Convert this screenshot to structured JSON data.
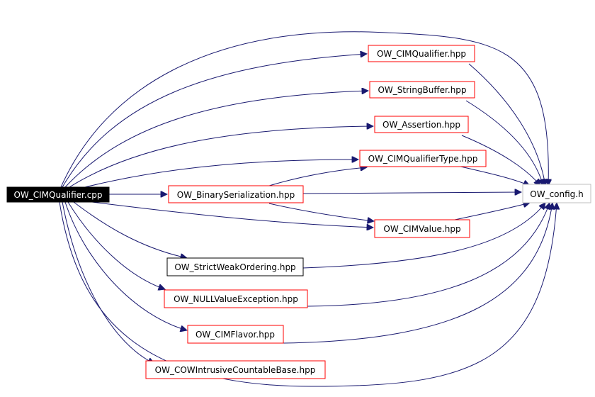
{
  "diagram": {
    "colors": {
      "edge": "#191970",
      "box_red": "#ff0000",
      "box_black": "#000000",
      "box_gray": "#bfbfbf",
      "root_fill": "#000000",
      "root_text": "#ffffff",
      "text": "#000000"
    },
    "nodes": {
      "root": "OW_CIMQualifier.cpp",
      "qualifier_hpp": "OW_CIMQualifier.hpp",
      "stringbuffer": "OW_StringBuffer.hpp",
      "assertion": "OW_Assertion.hpp",
      "qualifiertype": "OW_CIMQualifierType.hpp",
      "binaryserialization": "OW_BinarySerialization.hpp",
      "config": "OW_config.h",
      "cimvalue": "OW_CIMValue.hpp",
      "strictweak": "OW_StrictWeakOrdering.hpp",
      "nullvalue": "OW_NULLValueException.hpp",
      "cimflavor": "OW_CIMFlavor.hpp",
      "cowintrusive": "OW_COWIntrusiveCountableBase.hpp"
    }
  }
}
